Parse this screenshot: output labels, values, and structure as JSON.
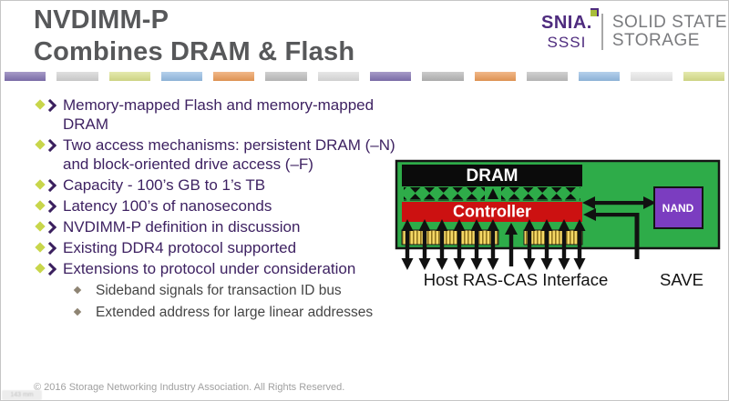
{
  "slide": {
    "title_line1": "NVDIMM-P",
    "title_line2": "Combines DRAM & Flash"
  },
  "logo": {
    "brand": "SNIA.",
    "sub_brand": "SSSI",
    "tagline_line1": "SOLID STATE",
    "tagline_line2": "STORAGE",
    "brand_color": "#4e2b7e",
    "tagline_color": "#7a7b7e",
    "mark_color": "#a9be3a"
  },
  "color_strip": {
    "segments": [
      "#8171b0",
      "#d2d2d2",
      "#d9e08c",
      "#95bce3",
      "#eb9a57",
      "#bdbdbd",
      "#dcdcdc",
      "#8171b0",
      "#b5b5b5",
      "#eb9a57",
      "#bdbdbd",
      "#95bce3",
      "#e9e9e9",
      "#d9e08c"
    ]
  },
  "bullets": {
    "items": [
      {
        "level": 1,
        "lines": [
          "Memory-mapped Flash and memory-mapped",
          "DRAM"
        ]
      },
      {
        "level": 1,
        "lines": [
          "Two access mechanisms: persistent DRAM (–N)",
          "and block-oriented drive access (–F)"
        ]
      },
      {
        "level": 1,
        "lines": [
          "Capacity - 100’s GB to 1’s TB"
        ]
      },
      {
        "level": 1,
        "lines": [
          "Latency 100’s of nanoseconds"
        ]
      },
      {
        "level": 1,
        "lines": [
          "NVDIMM-P definition in discussion"
        ]
      },
      {
        "level": 1,
        "lines": [
          "Existing DDR4 protocol supported"
        ]
      },
      {
        "level": 1,
        "lines": [
          "Extensions to protocol under consideration"
        ]
      },
      {
        "level": 2,
        "lines": [
          "Sideband signals for transaction ID bus"
        ]
      },
      {
        "level": 2,
        "lines": [
          "Extended address for large linear addresses"
        ]
      }
    ],
    "text_color": "#3e2262",
    "marker_diamond_color": "#c8d64b",
    "marker_chevron_color": "#3a1f5e"
  },
  "diagram": {
    "dram_label": "DRAM",
    "controller_label": "Controller",
    "nand_label": "NAND",
    "host_interface_label": "Host RAS-CAS Interface",
    "save_label": "SAVE",
    "board_color": "#2eac49",
    "dram_color": "#0b0b0b",
    "controller_color": "#cc1111",
    "nand_color": "#7b3dc0",
    "pin_color": "#f5d867",
    "arrow_color": "#111111"
  },
  "footer": {
    "copyright": "© 2016 Storage Networking Industry Association. All Rights Reserved."
  },
  "watermark": {
    "text": "143 mm"
  }
}
